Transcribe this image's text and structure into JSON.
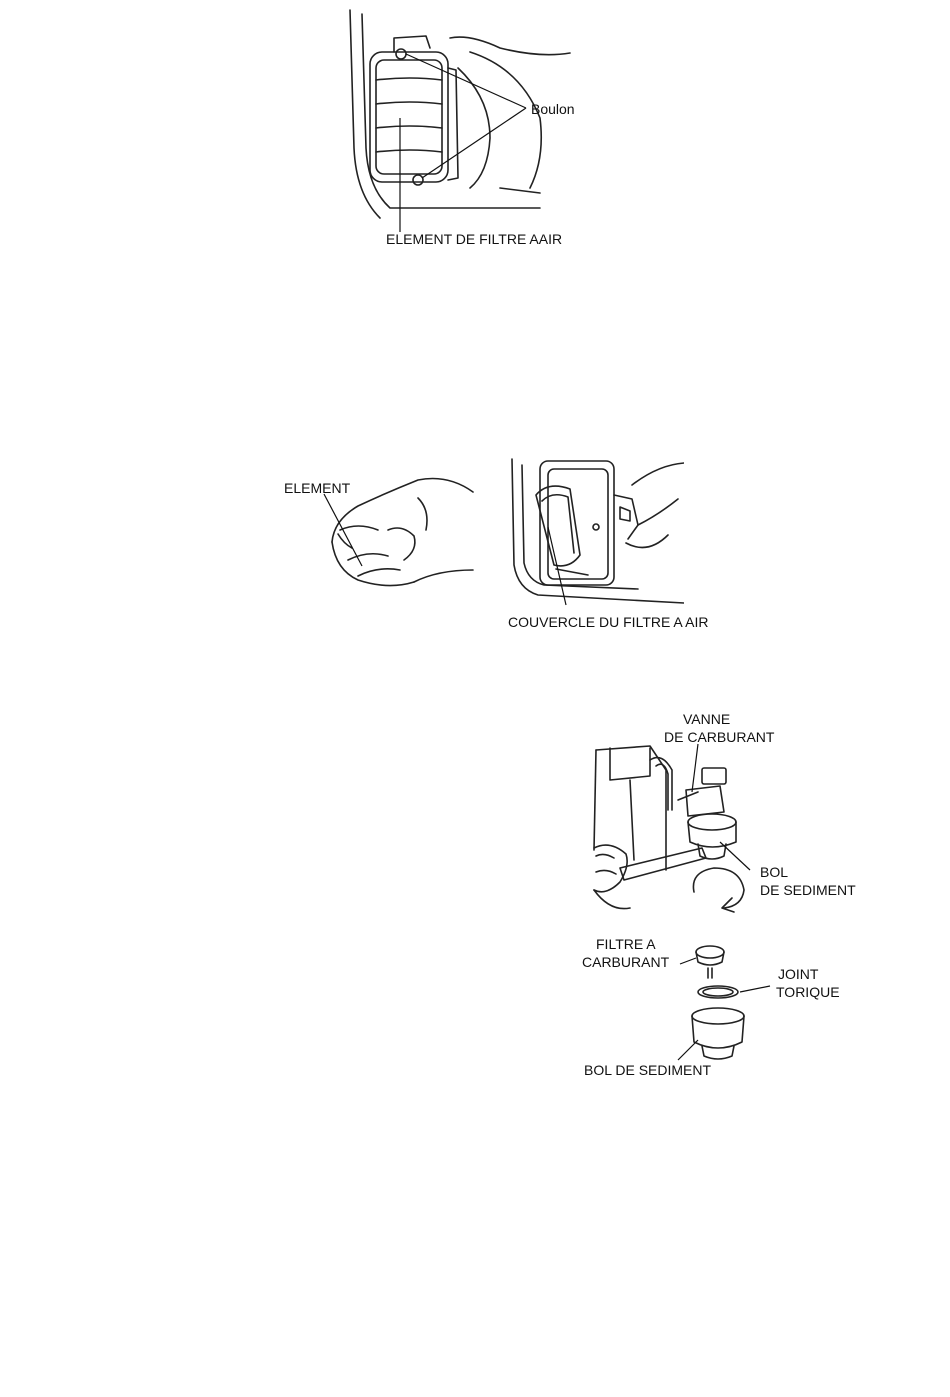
{
  "figure1": {
    "label_bolt": "Boulon",
    "label_element": "ELEMENT DE FILTRE AAIR"
  },
  "figure2": {
    "label_element": "ELEMENT",
    "label_cover": "COUVERCLE DU FILTRE A AIR"
  },
  "figure3": {
    "label_valve_1": "VANNE",
    "label_valve_2": "DE CARBURANT",
    "label_bowl_top_1": "BOL",
    "label_bowl_top_2": "DE SEDIMENT",
    "label_filter_1": "FILTRE A",
    "label_filter_2": "CARBURANT",
    "label_oring_1": "JOINT",
    "label_oring_2": "TORIQUE",
    "label_bowl_bottom": "BOL DE SEDIMENT"
  }
}
